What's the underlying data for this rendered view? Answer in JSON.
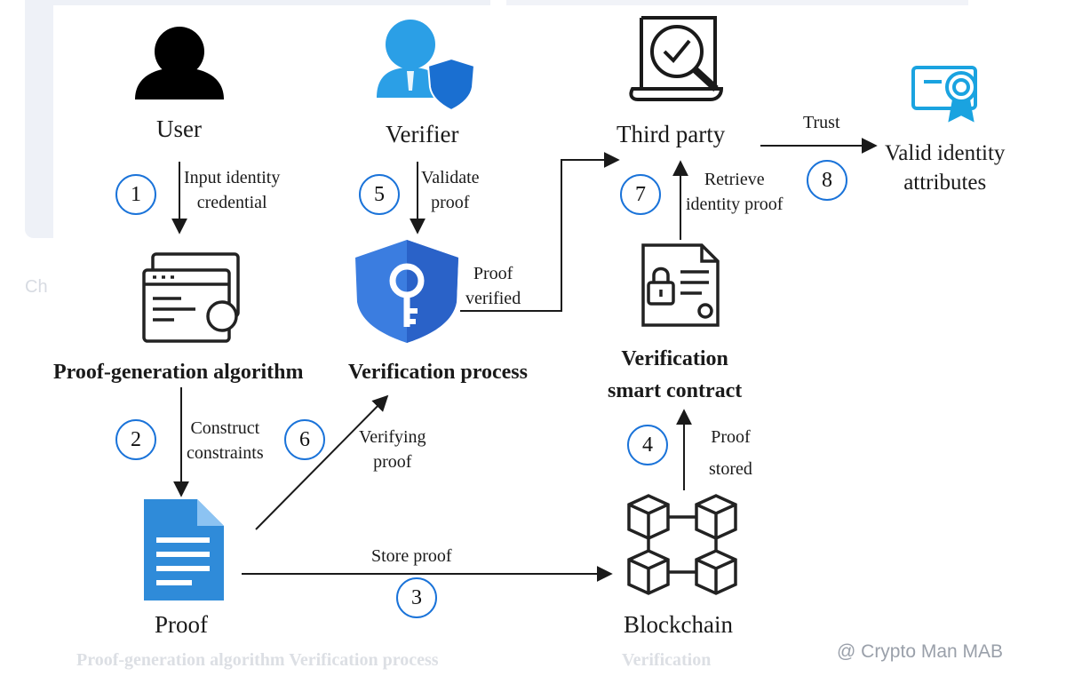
{
  "nodes": {
    "user": "User",
    "verifier": "Verifier",
    "third_party": "Third party",
    "valid_identity": "Valid identity\nattributes",
    "proof_generation": "Proof-generation algorithm",
    "verification_process": "Verification process",
    "verification_contract": "Verification\nsmart contract",
    "proof": "Proof",
    "blockchain": "Blockchain"
  },
  "edges": {
    "input_identity": "Input identity\ncredential",
    "validate_proof": "Validate\nproof",
    "proof_verified": "Proof\nverified",
    "trust": "Trust",
    "retrieve": "Retrieve\nidentity proof",
    "construct": "Construct\nconstraints",
    "verifying": "Verifying\nproof",
    "proof_stored": "Proof\nstored",
    "store_proof": "Store proof"
  },
  "steps": [
    "1",
    "2",
    "3",
    "4",
    "5",
    "6",
    "7",
    "8"
  ],
  "ghost": {
    "left_text": "Ch",
    "bottom_left": "Proof-generation algorithm   Verification process",
    "bottom_mid": "Verification"
  },
  "watermark": "@ Crypto Man MAB",
  "colors": {
    "step_ring": "#1a73d9",
    "verifier_blue": "#2b9fe6",
    "shield_blue": "#3b7de0",
    "doc_blue": "#2f8bd9",
    "cert_blue": "#1aa3e0"
  }
}
